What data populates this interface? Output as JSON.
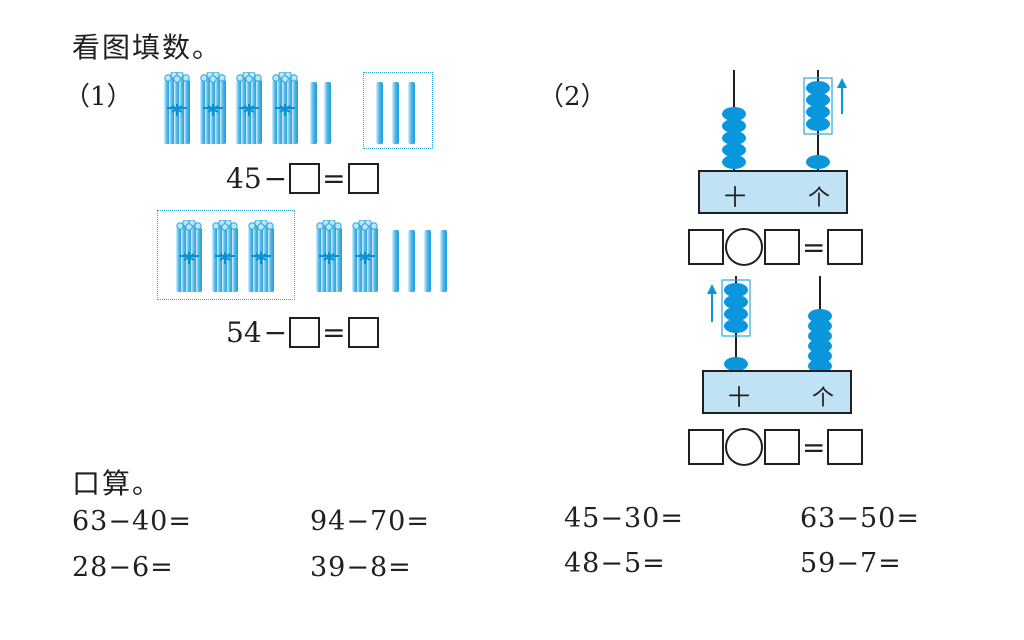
{
  "section1": {
    "title": "看图填数。"
  },
  "part1": {
    "label": "（1）",
    "eq1": {
      "prefix": "45",
      "minus": "−",
      "equals": "="
    },
    "eq2": {
      "prefix": "54",
      "minus": "−",
      "equals": "="
    }
  },
  "part2": {
    "label": "（2）",
    "abacus1": {
      "tens_label": "十",
      "ones_label": "个",
      "tens_beads": 5,
      "ones_beads": 5,
      "moved_beads_ones": 4
    },
    "abacus2": {
      "tens_label": "十",
      "ones_label": "个",
      "tens_beads": 5,
      "ones_beads": 6,
      "moved_beads_tens": 4
    },
    "eq": {
      "equals": "="
    }
  },
  "section2": {
    "title": "口算。"
  },
  "oral": [
    "63−40=",
    "94−70=",
    "45−30=",
    "63−50=",
    "28−6=",
    "39−8=",
    "48−5=",
    "59−7="
  ],
  "colors": {
    "stick": "#29a8e0",
    "stick_light": "#9fd8f2",
    "bead": "#0a96dc",
    "frame": "#bfe2f5",
    "arrow": "#0a96dc"
  }
}
